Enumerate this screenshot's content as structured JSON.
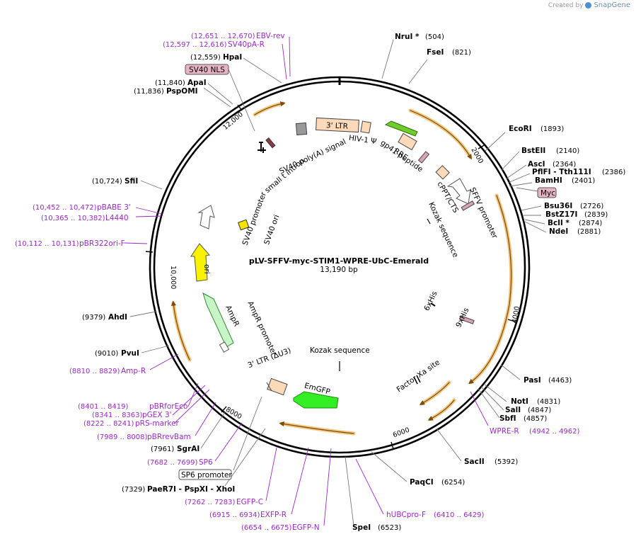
{
  "credit": {
    "prefix": "Created by",
    "brand": "SnapGene"
  },
  "plasmid": {
    "name": "pLV-SFFV-myc-STIM1-WPRE-UbC-Emerald",
    "size": "13,190 bp"
  },
  "ticks": [
    "2000",
    "4000",
    "6000",
    "8000",
    "10,000",
    "12,000"
  ],
  "sites": [
    {
      "name": "NruI *",
      "pos": "(504)"
    },
    {
      "name": "FseI",
      "pos": "(821)"
    },
    {
      "name": "EcoRI",
      "pos": "(1893)"
    },
    {
      "name": "BstEII",
      "pos": "(2140)"
    },
    {
      "name": "AscI",
      "pos": "(2364)"
    },
    {
      "name": "PflFI - Tth111I",
      "pos": "(2386)"
    },
    {
      "name": "BamHI",
      "pos": "(2401)"
    },
    {
      "name": "Bsu36I",
      "pos": "(2726)"
    },
    {
      "name": "BstZ17I",
      "pos": "(2839)"
    },
    {
      "name": "BclI *",
      "pos": "(2874)"
    },
    {
      "name": "NdeI",
      "pos": "(2881)"
    },
    {
      "name": "PasI",
      "pos": "(4463)"
    },
    {
      "name": "NotI",
      "pos": "(4831)"
    },
    {
      "name": "SalI",
      "pos": "(4847)"
    },
    {
      "name": "SbfI",
      "pos": "(4857)"
    },
    {
      "name": "SacII",
      "pos": "(5392)"
    },
    {
      "name": "PaqCI",
      "pos": "(6254)"
    },
    {
      "name": "SpeI",
      "pos": "(6523)"
    },
    {
      "name": "PaeR7I - PspXI - XhoI",
      "pos": "(7329)"
    },
    {
      "name": "SgrAI",
      "pos": "(7961)"
    },
    {
      "name": "PvuI",
      "pos": "(9010)"
    },
    {
      "name": "AhdI",
      "pos": "(9379)"
    },
    {
      "name": "SfiI",
      "pos": "(10,724)"
    },
    {
      "name": "PspOMI",
      "pos": "(11,836)"
    },
    {
      "name": "ApaI",
      "pos": "(11,840)"
    },
    {
      "name": "HpaI",
      "pos": "(12,559)"
    }
  ],
  "primers": [
    {
      "name": "EBV-rev",
      "pos": "(12,651 .. 12,670)"
    },
    {
      "name": "SV40pA-R",
      "pos": "(12,597 .. 12,616)"
    },
    {
      "name": "pBABE 3'",
      "pos": "(10,452 .. 10,472)"
    },
    {
      "name": "L4440",
      "pos": "(10,365 .. 10,382)"
    },
    {
      "name": "pBR322ori-F",
      "pos": "(10,112 .. 10,131)"
    },
    {
      "name": "Amp-R",
      "pos": "(8810 .. 8829)"
    },
    {
      "name": "pBRforEco",
      "pos": "(8401 .. 8419)"
    },
    {
      "name": "pGEX 3'",
      "pos": "(8341 .. 8363)"
    },
    {
      "name": "pRS-marker",
      "pos": "(8222 .. 8241)"
    },
    {
      "name": "pBRrevBam",
      "pos": "(7989 .. 8008)"
    },
    {
      "name": "SP6",
      "pos": "(7682 .. 7699)"
    },
    {
      "name": "EGFP-C",
      "pos": "(7262 .. 7283)"
    },
    {
      "name": "EXFP-R",
      "pos": "(6915 .. 6934)"
    },
    {
      "name": "EGFP-N",
      "pos": "(6654 .. 6675)"
    },
    {
      "name": "hUBCpro-F",
      "pos": "(6410 .. 6429)"
    },
    {
      "name": "WPRE-R",
      "pos": "(4942 .. 4962)"
    }
  ],
  "boxed": [
    {
      "name": "SV40 NLS"
    },
    {
      "name": "Myc"
    },
    {
      "name": "SP6 promoter"
    }
  ],
  "features": [
    "3' LTR",
    "HIV-1 Ψ",
    "RRE",
    "gp41 peptide",
    "cPPT/CTS",
    "SFFV promoter",
    "Kozak sequence",
    "SV40 poly(A) signal",
    "small t intron",
    "SV40 promoter",
    "SV40 ori",
    "ori",
    "AmpR promoter",
    "AmpR",
    "3' LTR (ΔU3)",
    "EmGFP",
    "Kozak sequence",
    "6xHis",
    "9xHis",
    "Factor Xa site"
  ]
}
